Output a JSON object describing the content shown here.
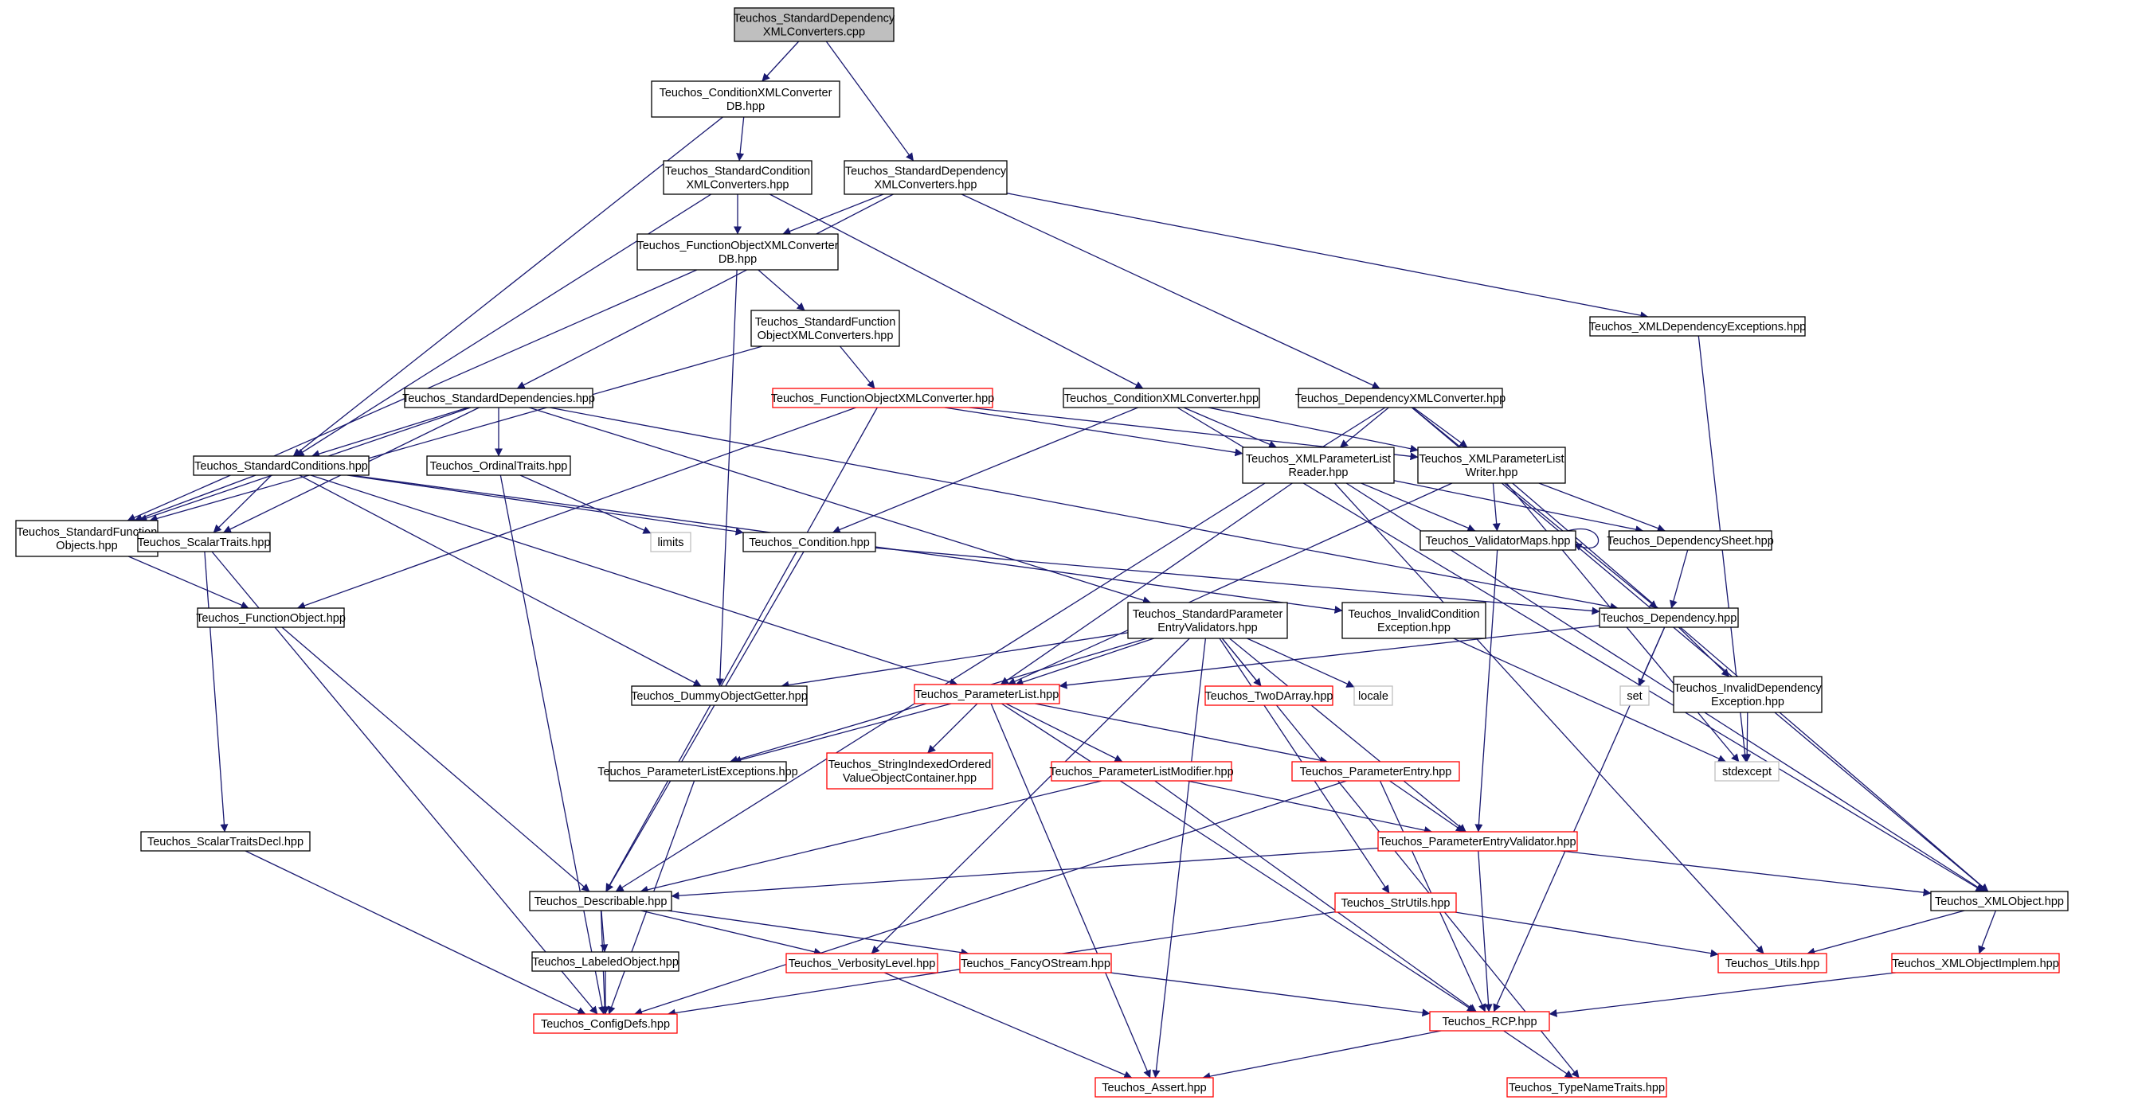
{
  "colors": {
    "edge": "#191970",
    "border_documented": "#000000",
    "border_undocumented_link": "#ff0000",
    "border_external": "#bfbfbf",
    "root_fill": "#bfbfbf",
    "text": "#000000"
  },
  "nodes": [
    {
      "id": "root",
      "style": "root",
      "lines": [
        "Teuchos_StandardDependency",
        "XMLConverters.cpp"
      ]
    },
    {
      "id": "condxmlconvdb",
      "style": "black",
      "lines": [
        "Teuchos_ConditionXMLConverter",
        "DB.hpp"
      ]
    },
    {
      "id": "stdcondxmlconv",
      "style": "black",
      "lines": [
        "Teuchos_StandardCondition",
        "XMLConverters.hpp"
      ]
    },
    {
      "id": "stddepxmlconv",
      "style": "black",
      "lines": [
        "Teuchos_StandardDependency",
        "XMLConverters.hpp"
      ]
    },
    {
      "id": "funcobjxmlconvdb",
      "style": "black",
      "lines": [
        "Teuchos_FunctionObjectXMLConverter",
        "DB.hpp"
      ]
    },
    {
      "id": "stdfuncobjxmlconv",
      "style": "black",
      "lines": [
        "Teuchos_StandardFunction",
        "ObjectXMLConverters.hpp"
      ]
    },
    {
      "id": "xmldepexc",
      "style": "black",
      "lines": [
        "Teuchos_XMLDependencyExceptions.hpp"
      ]
    },
    {
      "id": "stddeps",
      "style": "black",
      "lines": [
        "Teuchos_StandardDependencies.hpp"
      ]
    },
    {
      "id": "funcobjxmlconv",
      "style": "red",
      "lines": [
        "Teuchos_FunctionObjectXMLConverter.hpp"
      ]
    },
    {
      "id": "condxmlconv",
      "style": "black",
      "lines": [
        "Teuchos_ConditionXMLConverter.hpp"
      ]
    },
    {
      "id": "depxmlconv",
      "style": "black",
      "lines": [
        "Teuchos_DependencyXMLConverter.hpp"
      ]
    },
    {
      "id": "stdconds",
      "style": "black",
      "lines": [
        "Teuchos_StandardConditions.hpp"
      ]
    },
    {
      "id": "ordinaltraits",
      "style": "black",
      "lines": [
        "Teuchos_OrdinalTraits.hpp"
      ]
    },
    {
      "id": "xmlplreader",
      "style": "black",
      "lines": [
        "Teuchos_XMLParameterList",
        "Reader.hpp"
      ]
    },
    {
      "id": "xmlplwriter",
      "style": "black",
      "lines": [
        "Teuchos_XMLParameterList",
        "Writer.hpp"
      ]
    },
    {
      "id": "stdfuncobjs",
      "style": "black",
      "lines": [
        "Teuchos_StandardFunction",
        "Objects.hpp"
      ]
    },
    {
      "id": "scalartraits",
      "style": "black",
      "lines": [
        "Teuchos_ScalarTraits.hpp"
      ]
    },
    {
      "id": "limits",
      "style": "gray",
      "lines": [
        "limits"
      ]
    },
    {
      "id": "condition",
      "style": "black",
      "lines": [
        "Teuchos_Condition.hpp"
      ]
    },
    {
      "id": "validatormaps",
      "style": "black",
      "lines": [
        "Teuchos_ValidatorMaps.hpp"
      ]
    },
    {
      "id": "depsheet",
      "style": "black",
      "lines": [
        "Teuchos_DependencySheet.hpp"
      ]
    },
    {
      "id": "funcobj",
      "style": "black",
      "lines": [
        "Teuchos_FunctionObject.hpp"
      ]
    },
    {
      "id": "stdparamentryval",
      "style": "black",
      "lines": [
        "Teuchos_StandardParameter",
        "EntryValidators.hpp"
      ]
    },
    {
      "id": "invalidcondexc",
      "style": "black",
      "lines": [
        "Teuchos_InvalidCondition",
        "Exception.hpp"
      ]
    },
    {
      "id": "dependency",
      "style": "black",
      "lines": [
        "Teuchos_Dependency.hpp"
      ]
    },
    {
      "id": "dummyobjgetter",
      "style": "black",
      "lines": [
        "Teuchos_DummyObjectGetter.hpp"
      ]
    },
    {
      "id": "paramlist",
      "style": "red",
      "lines": [
        "Teuchos_ParameterList.hpp"
      ]
    },
    {
      "id": "twodarray",
      "style": "red",
      "lines": [
        "Teuchos_TwoDArray.hpp"
      ]
    },
    {
      "id": "locale",
      "style": "gray",
      "lines": [
        "locale"
      ]
    },
    {
      "id": "set",
      "style": "gray",
      "lines": [
        "set"
      ]
    },
    {
      "id": "invaliddepexc",
      "style": "black",
      "lines": [
        "Teuchos_InvalidDependency",
        "Exception.hpp"
      ]
    },
    {
      "id": "plexceptions",
      "style": "black",
      "lines": [
        "Teuchos_ParameterListExceptions.hpp"
      ]
    },
    {
      "id": "strindexed",
      "style": "red",
      "lines": [
        "Teuchos_StringIndexedOrdered",
        "ValueObjectContainer.hpp"
      ]
    },
    {
      "id": "plmodifier",
      "style": "red",
      "lines": [
        "Teuchos_ParameterListModifier.hpp"
      ]
    },
    {
      "id": "paramentry",
      "style": "red",
      "lines": [
        "Teuchos_ParameterEntry.hpp"
      ]
    },
    {
      "id": "stdexcept",
      "style": "gray",
      "lines": [
        "stdexcept"
      ]
    },
    {
      "id": "scalartraitsdecl",
      "style": "black",
      "lines": [
        "Teuchos_ScalarTraitsDecl.hpp"
      ]
    },
    {
      "id": "paramentryval",
      "style": "red",
      "lines": [
        "Teuchos_ParameterEntryValidator.hpp"
      ]
    },
    {
      "id": "describable",
      "style": "black",
      "lines": [
        "Teuchos_Describable.hpp"
      ]
    },
    {
      "id": "strutils",
      "style": "red",
      "lines": [
        "Teuchos_StrUtils.hpp"
      ]
    },
    {
      "id": "xmlobject",
      "style": "black",
      "lines": [
        "Teuchos_XMLObject.hpp"
      ]
    },
    {
      "id": "labeledobj",
      "style": "black",
      "lines": [
        "Teuchos_LabeledObject.hpp"
      ]
    },
    {
      "id": "verbositylevel",
      "style": "red",
      "lines": [
        "Teuchos_VerbosityLevel.hpp"
      ]
    },
    {
      "id": "fancyostream",
      "style": "red",
      "lines": [
        "Teuchos_FancyOStream.hpp"
      ]
    },
    {
      "id": "utils",
      "style": "red",
      "lines": [
        "Teuchos_Utils.hpp"
      ]
    },
    {
      "id": "xmlobjimpl",
      "style": "red",
      "lines": [
        "Teuchos_XMLObjectImplem.hpp"
      ]
    },
    {
      "id": "configdefs",
      "style": "red",
      "lines": [
        "Teuchos_ConfigDefs.hpp"
      ]
    },
    {
      "id": "rcp",
      "style": "red",
      "lines": [
        "Teuchos_RCP.hpp"
      ]
    },
    {
      "id": "assert",
      "style": "red",
      "lines": [
        "Teuchos_Assert.hpp"
      ]
    },
    {
      "id": "typenametraits",
      "style": "red",
      "lines": [
        "Teuchos_TypeNameTraits.hpp"
      ]
    }
  ],
  "edges": [
    [
      "root",
      "condxmlconvdb"
    ],
    [
      "root",
      "stddepxmlconv"
    ],
    [
      "condxmlconvdb",
      "stdcondxmlconv"
    ],
    [
      "condxmlconvdb",
      "stdconds"
    ],
    [
      "stdcondxmlconv",
      "funcobjxmlconvdb"
    ],
    [
      "stdcondxmlconv",
      "stdconds"
    ],
    [
      "stdcondxmlconv",
      "condxmlconv"
    ],
    [
      "stddepxmlconv",
      "funcobjxmlconvdb"
    ],
    [
      "stddepxmlconv",
      "stddeps"
    ],
    [
      "stddepxmlconv",
      "depxmlconv"
    ],
    [
      "stddepxmlconv",
      "xmldepexc"
    ],
    [
      "funcobjxmlconvdb",
      "stdfuncobjxmlconv"
    ],
    [
      "funcobjxmlconvdb",
      "stdfuncobjs"
    ],
    [
      "funcobjxmlconvdb",
      "dummyobjgetter"
    ],
    [
      "stdfuncobjxmlconv",
      "funcobjxmlconv"
    ],
    [
      "stdfuncobjxmlconv",
      "stdfuncobjs"
    ],
    [
      "xmldepexc",
      "stdexcept"
    ],
    [
      "stddeps",
      "stdconds"
    ],
    [
      "stddeps",
      "stdfuncobjs"
    ],
    [
      "stddeps",
      "scalartraits"
    ],
    [
      "stddeps",
      "ordinaltraits"
    ],
    [
      "stddeps",
      "stdparamentryval"
    ],
    [
      "stddeps",
      "dependency"
    ],
    [
      "funcobjxmlconv",
      "funcobj"
    ],
    [
      "funcobjxmlconv",
      "xmlplreader"
    ],
    [
      "funcobjxmlconv",
      "xmlplwriter"
    ],
    [
      "funcobjxmlconv",
      "describable"
    ],
    [
      "condxmlconv",
      "condition"
    ],
    [
      "condxmlconv",
      "xmlplreader"
    ],
    [
      "condxmlconv",
      "xmlplwriter"
    ],
    [
      "condxmlconv",
      "xmlobject"
    ],
    [
      "depxmlconv",
      "dependency"
    ],
    [
      "depxmlconv",
      "xmlplreader"
    ],
    [
      "depxmlconv",
      "xmlplwriter"
    ],
    [
      "depxmlconv",
      "xmlobject"
    ],
    [
      "depxmlconv",
      "describable"
    ],
    [
      "stdconds",
      "stdfuncobjs"
    ],
    [
      "stdconds",
      "scalartraits"
    ],
    [
      "stdconds",
      "condition"
    ],
    [
      "stdconds",
      "paramlist"
    ],
    [
      "stdconds",
      "dummyobjgetter"
    ],
    [
      "stdconds",
      "invalidcondexc"
    ],
    [
      "ordinaltraits",
      "limits"
    ],
    [
      "ordinaltraits",
      "configdefs"
    ],
    [
      "xmlplreader",
      "paramlist"
    ],
    [
      "xmlplreader",
      "validatormaps"
    ],
    [
      "xmlplreader",
      "depsheet"
    ],
    [
      "xmlplreader",
      "xmlobject"
    ],
    [
      "xmlplreader",
      "utils"
    ],
    [
      "xmlplwriter",
      "validatormaps"
    ],
    [
      "xmlplwriter",
      "depsheet"
    ],
    [
      "xmlplwriter",
      "xmlobject"
    ],
    [
      "xmlplwriter",
      "paramlist"
    ],
    [
      "xmlplwriter",
      "stdexcept"
    ],
    [
      "stdfuncobjs",
      "funcobj"
    ],
    [
      "scalartraits",
      "scalartraitsdecl"
    ],
    [
      "scalartraits",
      "configdefs"
    ],
    [
      "condition",
      "describable"
    ],
    [
      "condition",
      "dependency"
    ],
    [
      "validatormaps",
      "validatormaps"
    ],
    [
      "validatormaps",
      "paramentryval"
    ],
    [
      "depsheet",
      "dependency"
    ],
    [
      "funcobj",
      "describable"
    ],
    [
      "stdparamentryval",
      "paramlist"
    ],
    [
      "stdparamentryval",
      "twodarray"
    ],
    [
      "stdparamentryval",
      "locale"
    ],
    [
      "stdparamentryval",
      "dummyobjgetter"
    ],
    [
      "stdparamentryval",
      "plexceptions"
    ],
    [
      "stdparamentryval",
      "verbositylevel"
    ],
    [
      "stdparamentryval",
      "paramentryval"
    ],
    [
      "stdparamentryval",
      "strutils"
    ],
    [
      "stdparamentryval",
      "assert"
    ],
    [
      "stdparamentryval",
      "typenametraits"
    ],
    [
      "invalidcondexc",
      "stdexcept"
    ],
    [
      "dependency",
      "paramlist"
    ],
    [
      "dependency",
      "set"
    ],
    [
      "dependency",
      "invaliddepexc"
    ],
    [
      "dependency",
      "rcp"
    ],
    [
      "invaliddepexc",
      "stdexcept"
    ],
    [
      "paramlist",
      "plexceptions"
    ],
    [
      "paramlist",
      "strindexed"
    ],
    [
      "paramlist",
      "plmodifier"
    ],
    [
      "paramlist",
      "paramentry"
    ],
    [
      "paramlist",
      "assert"
    ],
    [
      "paramlist",
      "rcp"
    ],
    [
      "plexceptions",
      "configdefs"
    ],
    [
      "plmodifier",
      "describable"
    ],
    [
      "plmodifier",
      "paramentryval"
    ],
    [
      "plmodifier",
      "rcp"
    ],
    [
      "paramentry",
      "paramentryval"
    ],
    [
      "paramentry",
      "rcp"
    ],
    [
      "paramentry",
      "configdefs"
    ],
    [
      "scalartraitsdecl",
      "configdefs"
    ],
    [
      "paramentryval",
      "describable"
    ],
    [
      "paramentryval",
      "xmlobject"
    ],
    [
      "paramentryval",
      "rcp"
    ],
    [
      "describable",
      "labeledobj"
    ],
    [
      "describable",
      "verbositylevel"
    ],
    [
      "describable",
      "fancyostream"
    ],
    [
      "describable",
      "configdefs"
    ],
    [
      "strutils",
      "utils"
    ],
    [
      "strutils",
      "configdefs"
    ],
    [
      "xmlobject",
      "utils"
    ],
    [
      "xmlobject",
      "xmlobjimpl"
    ],
    [
      "labeledobj",
      "configdefs"
    ],
    [
      "verbositylevel",
      "assert"
    ],
    [
      "fancyostream",
      "rcp"
    ],
    [
      "xmlobjimpl",
      "rcp"
    ],
    [
      "rcp",
      "assert"
    ],
    [
      "rcp",
      "typenametraits"
    ]
  ]
}
